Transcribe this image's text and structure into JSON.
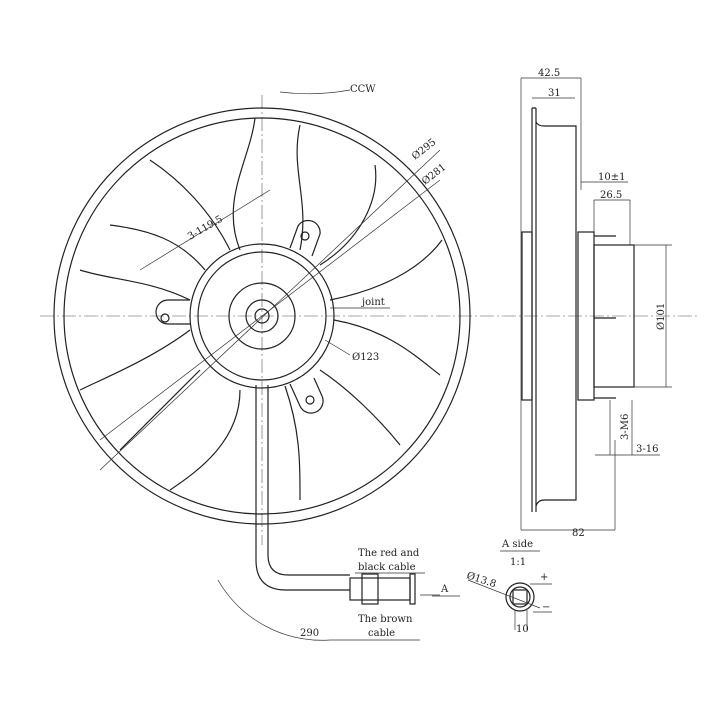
{
  "front_view": {
    "rotation": "CCW",
    "dia_outer": "Ø295",
    "dia_blade": "Ø281",
    "hole_pattern": "3-119.5",
    "joint": "joint",
    "dia_hub": "Ø123",
    "cable_length": "290"
  },
  "cables": {
    "red_black_1": "The red and",
    "red_black_2": "black cable",
    "brown_1": "The brown",
    "brown_2": "cable"
  },
  "view_arrow": "A",
  "side_view": {
    "depth_total": "42.5",
    "depth_rim": "31",
    "offset": "10±1",
    "mount_depth": "26.5",
    "dia_motor": "Ø101",
    "screws": "3-M6",
    "screw_depth": "3-16",
    "width_bottom": "82"
  },
  "a_side": {
    "title": "A side",
    "scale": "1:1",
    "dia": "Ø13.8",
    "plus": "+",
    "minus": "−",
    "width": "10"
  }
}
